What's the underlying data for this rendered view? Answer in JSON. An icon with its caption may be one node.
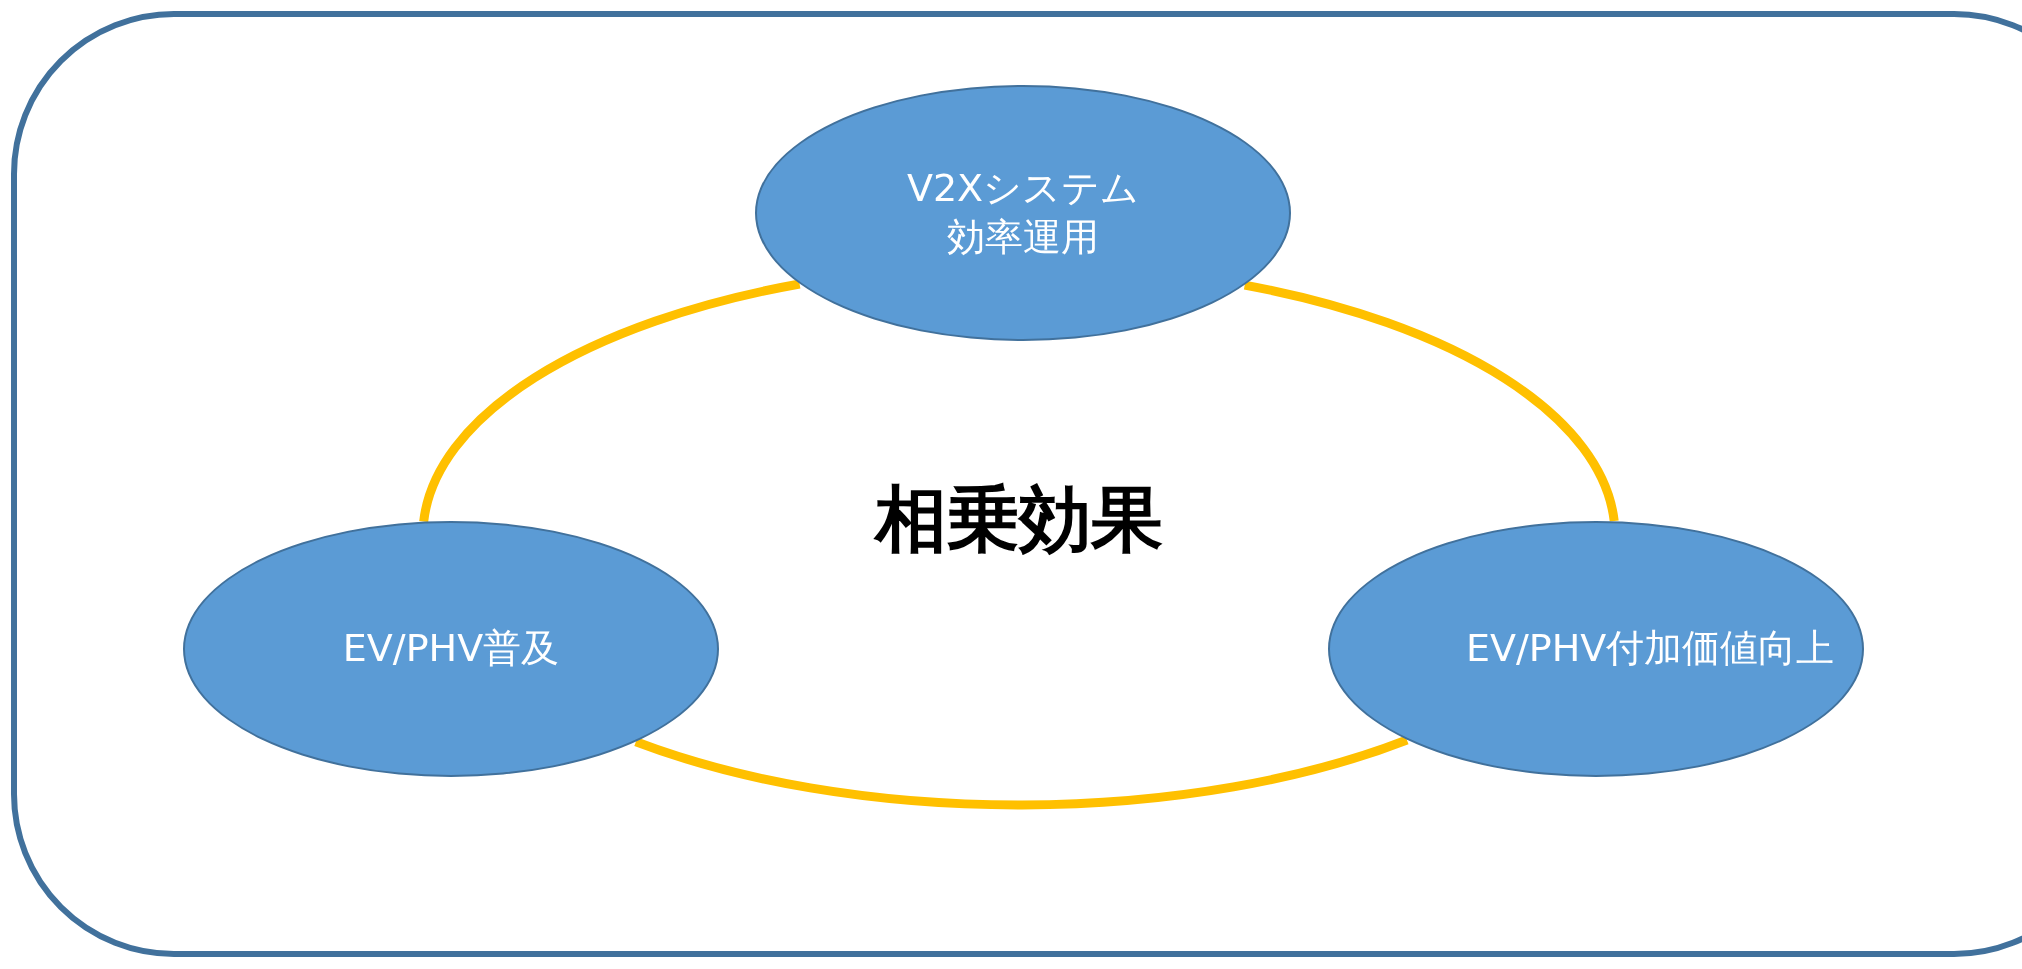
{
  "diagram": {
    "nodes": [
      {
        "text": [
          "V2Xシステム効率運用"
        ]
      },
      {
        "text": [
          "EV/PHV普及"
        ]
      },
      {
        "text": [
          "EV/PHV付加価値向上"
        ]
      }
    ],
    "edges": [
      {
        "from": 0,
        "to": 2,
        "arrow": "none",
        "color": "#ffc000"
      },
      {
        "from": 2,
        "to": 1,
        "arrow": "none",
        "color": "#ffc000"
      },
      {
        "from": 1,
        "to": 0,
        "arrow": "none",
        "color": "#ffc000"
      }
    ],
    "labels": [
      "相乗効果"
    ]
  }
}
